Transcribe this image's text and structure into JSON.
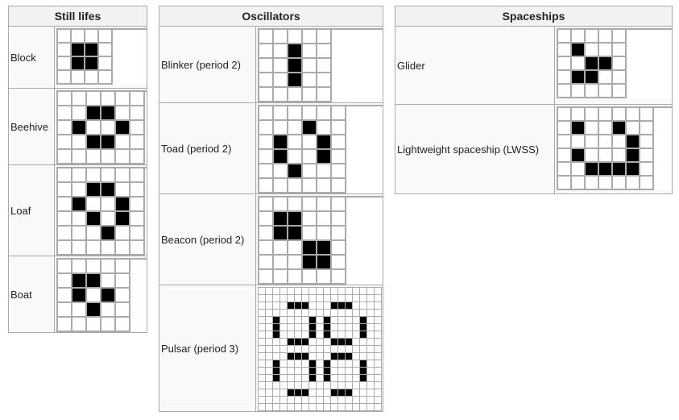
{
  "groups": [
    {
      "heading": "Still lifes",
      "patterns": [
        {
          "name": "Block",
          "cols": 4,
          "rows": 4,
          "cells": [
            [
              1,
              1
            ],
            [
              2,
              1
            ],
            [
              1,
              2
            ],
            [
              2,
              2
            ]
          ]
        },
        {
          "name": "Beehive",
          "cols": 6,
          "rows": 5,
          "cells": [
            [
              2,
              1
            ],
            [
              3,
              1
            ],
            [
              1,
              2
            ],
            [
              4,
              2
            ],
            [
              2,
              3
            ],
            [
              3,
              3
            ]
          ]
        },
        {
          "name": "Loaf",
          "cols": 6,
          "rows": 6,
          "cells": [
            [
              2,
              1
            ],
            [
              3,
              1
            ],
            [
              1,
              2
            ],
            [
              4,
              2
            ],
            [
              2,
              3
            ],
            [
              4,
              3
            ],
            [
              3,
              4
            ]
          ]
        },
        {
          "name": "Boat",
          "cols": 5,
          "rows": 5,
          "cells": [
            [
              1,
              1
            ],
            [
              2,
              1
            ],
            [
              1,
              2
            ],
            [
              3,
              2
            ],
            [
              2,
              3
            ]
          ]
        }
      ]
    },
    {
      "heading": "Oscillators",
      "patterns": [
        {
          "name": "Blinker (period 2)",
          "cols": 5,
          "rows": 5,
          "cells": [
            [
              2,
              1
            ],
            [
              2,
              2
            ],
            [
              2,
              3
            ]
          ]
        },
        {
          "name": "Toad (period 2)",
          "cols": 6,
          "rows": 6,
          "cells": [
            [
              3,
              1
            ],
            [
              1,
              2
            ],
            [
              4,
              2
            ],
            [
              1,
              3
            ],
            [
              4,
              3
            ],
            [
              2,
              4
            ]
          ]
        },
        {
          "name": "Beacon (period 2)",
          "cols": 6,
          "rows": 6,
          "cells": [
            [
              1,
              1
            ],
            [
              2,
              1
            ],
            [
              1,
              2
            ],
            [
              2,
              2
            ],
            [
              3,
              3
            ],
            [
              4,
              3
            ],
            [
              3,
              4
            ],
            [
              4,
              4
            ]
          ]
        },
        {
          "name": "Pulsar (period 3)",
          "cols": 17,
          "rows": 17,
          "cells": [
            [
              4,
              2
            ],
            [
              5,
              2
            ],
            [
              6,
              2
            ],
            [
              10,
              2
            ],
            [
              11,
              2
            ],
            [
              12,
              2
            ],
            [
              2,
              4
            ],
            [
              7,
              4
            ],
            [
              9,
              4
            ],
            [
              14,
              4
            ],
            [
              2,
              5
            ],
            [
              7,
              5
            ],
            [
              9,
              5
            ],
            [
              14,
              5
            ],
            [
              2,
              6
            ],
            [
              7,
              6
            ],
            [
              9,
              6
            ],
            [
              14,
              6
            ],
            [
              4,
              7
            ],
            [
              5,
              7
            ],
            [
              6,
              7
            ],
            [
              10,
              7
            ],
            [
              11,
              7
            ],
            [
              12,
              7
            ],
            [
              4,
              9
            ],
            [
              5,
              9
            ],
            [
              6,
              9
            ],
            [
              10,
              9
            ],
            [
              11,
              9
            ],
            [
              12,
              9
            ],
            [
              2,
              10
            ],
            [
              7,
              10
            ],
            [
              9,
              10
            ],
            [
              14,
              10
            ],
            [
              2,
              11
            ],
            [
              7,
              11
            ],
            [
              9,
              11
            ],
            [
              14,
              11
            ],
            [
              2,
              12
            ],
            [
              7,
              12
            ],
            [
              9,
              12
            ],
            [
              14,
              12
            ],
            [
              4,
              14
            ],
            [
              5,
              14
            ],
            [
              6,
              14
            ],
            [
              10,
              14
            ],
            [
              11,
              14
            ],
            [
              12,
              14
            ]
          ]
        }
      ]
    },
    {
      "heading": "Spaceships",
      "patterns": [
        {
          "name": "Glider",
          "cols": 5,
          "rows": 5,
          "cells": [
            [
              1,
              1
            ],
            [
              2,
              2
            ],
            [
              3,
              2
            ],
            [
              1,
              3
            ],
            [
              2,
              3
            ]
          ]
        },
        {
          "name": "Lightweight spaceship (LWSS)",
          "cols": 7,
          "rows": 6,
          "cells": [
            [
              1,
              1
            ],
            [
              4,
              1
            ],
            [
              5,
              2
            ],
            [
              1,
              3
            ],
            [
              5,
              3
            ],
            [
              2,
              4
            ],
            [
              3,
              4
            ],
            [
              4,
              4
            ],
            [
              5,
              4
            ]
          ]
        }
      ]
    }
  ]
}
